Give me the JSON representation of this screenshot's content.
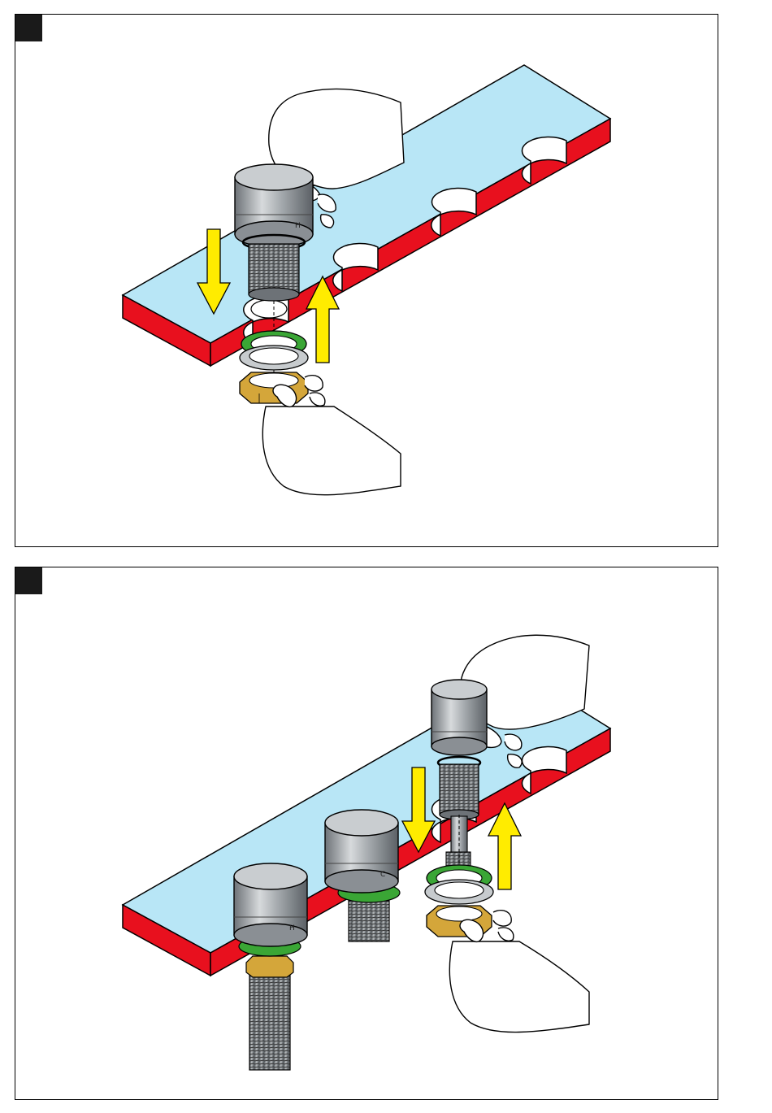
{
  "steps": [
    {
      "badge": "",
      "knob_letter": "H"
    },
    {
      "badge": "",
      "knob_letters": [
        "H",
        "C"
      ]
    }
  ],
  "colors": {
    "surface_top": "#b8e6f6",
    "surface_edge": "#e8101e",
    "arrow": "#ffec00",
    "washer": "#3aa635",
    "nut": "#d4a63a",
    "metal": "#8a8f94"
  },
  "icons": [
    "hand-icon",
    "tap-knob-icon",
    "arrow-down-icon",
    "arrow-up-icon",
    "washer-icon",
    "nut-icon"
  ]
}
